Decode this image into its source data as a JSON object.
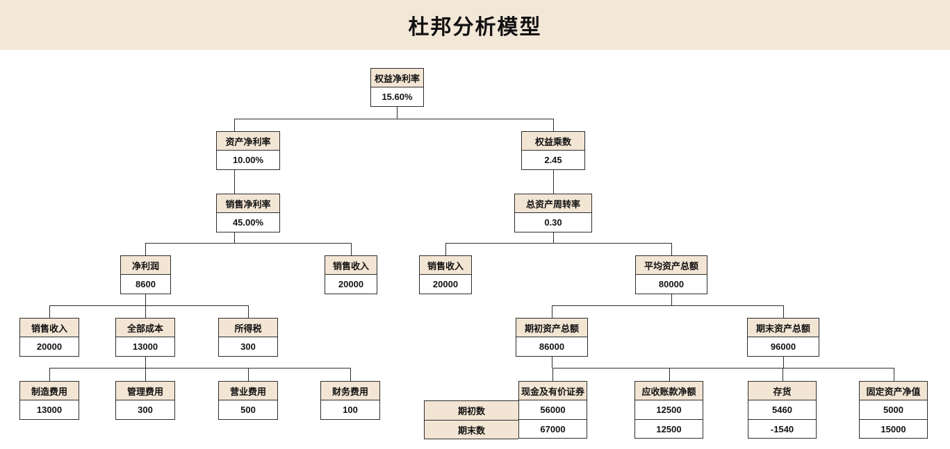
{
  "header": {
    "title": "杜邦分析模型",
    "band_color": "#f3e7d8"
  },
  "theme": {
    "node_header_fill": "#f3e5d4",
    "node_value_fill": "#ffffff",
    "border_color": "#2b2b2b",
    "text_color": "#111111"
  },
  "row_labels": {
    "beginning": "期初数",
    "ending": "期末数"
  },
  "nodes": {
    "roe": {
      "label": "权益净利率",
      "value": "15.60%"
    },
    "roa": {
      "label": "资产净利率",
      "value": "10.00%"
    },
    "equity_mult": {
      "label": "权益乘数",
      "value": "2.45"
    },
    "net_margin": {
      "label": "销售净利率",
      "value": "45.00%"
    },
    "asset_turnover": {
      "label": "总资产周转率",
      "value": "0.30"
    },
    "net_profit": {
      "label": "净利润",
      "value": "8600"
    },
    "sales_rev_l": {
      "label": "销售收入",
      "value": "20000"
    },
    "sales_rev_r": {
      "label": "销售收入",
      "value": "20000"
    },
    "avg_assets": {
      "label": "平均资产总额",
      "value": "80000"
    },
    "sales_rev_l2": {
      "label": "销售收入",
      "value": "20000"
    },
    "total_cost": {
      "label": "全部成本",
      "value": "13000"
    },
    "income_tax": {
      "label": "所得税",
      "value": "300"
    },
    "begin_assets": {
      "label": "期初资产总额",
      "value": "86000"
    },
    "end_assets": {
      "label": "期末资产总额",
      "value": "96000"
    },
    "mfg_cost": {
      "label": "制造费用",
      "value": "13000"
    },
    "admin_cost": {
      "label": "管理费用",
      "value": "300"
    },
    "selling_cost": {
      "label": "营业费用",
      "value": "500"
    },
    "finance_cost": {
      "label": "财务费用",
      "value": "100"
    },
    "cash": {
      "label": "现金及有价证券",
      "value_begin": "56000",
      "value_end": "67000"
    },
    "receivables": {
      "label": "应收账款净额",
      "value_begin": "12500",
      "value_end": "12500"
    },
    "inventory": {
      "label": "存货",
      "value_begin": "5460",
      "value_end": "-1540"
    },
    "fixed_assets": {
      "label": "固定资产净值",
      "value_begin": "5000",
      "value_end": "15000"
    }
  }
}
